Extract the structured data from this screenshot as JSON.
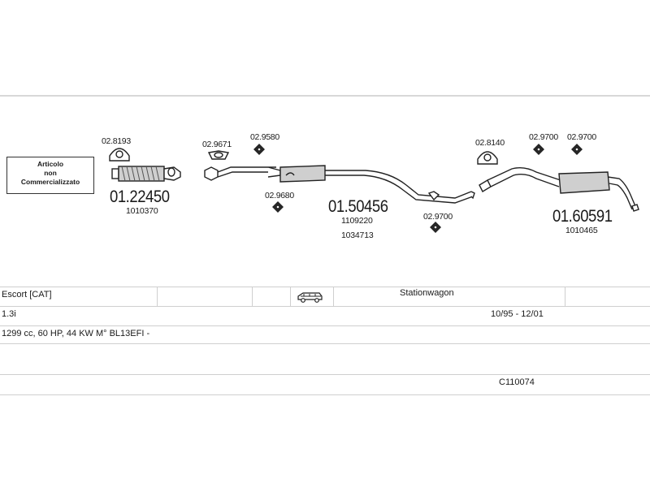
{
  "note": {
    "lines": [
      "Articolo",
      "non",
      "Commercializzato"
    ]
  },
  "parts": {
    "clamp_1": "02.8193",
    "front_pipe": "01.22450",
    "front_pipe_ref": "1010370",
    "gasket": "02.9671",
    "rubber_1": "02.9580",
    "rubber_2": "02.9680",
    "middle": "01.50456",
    "middle_ref_1": "1109220",
    "middle_ref_2": "1034713",
    "rubber_3": "02.9700",
    "clamp_2": "02.8140",
    "rubber_4": "02.9700",
    "rubber_5": "02.9700",
    "rear": "01.60591",
    "rear_ref": "1010465"
  },
  "table": {
    "model": "Escort  [CAT]",
    "body_icon": "station-wagon-car-icon",
    "body": "Stationwagon",
    "engine": "1.3i",
    "years": "10/95 - 12/01",
    "spec": "1299 cc, 60 HP, 44 KW M° BL13EFI -",
    "code": "C110074"
  }
}
